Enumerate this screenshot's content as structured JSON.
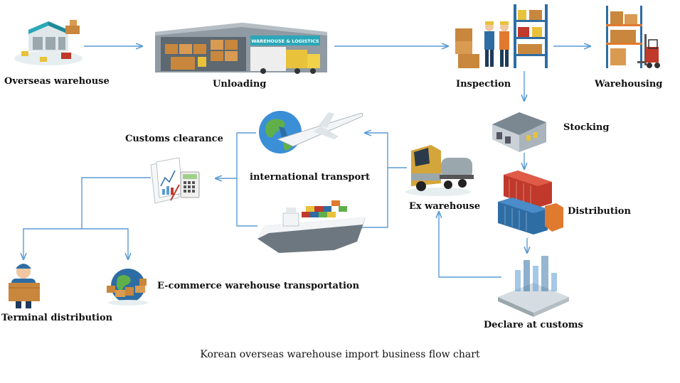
{
  "diagram": {
    "caption": "Korean overseas warehouse import business flow chart",
    "colors": {
      "arrow": "#5b9bd5",
      "container_red": "#c0392b",
      "container_blue": "#2e6da4",
      "container_orange": "#e07a2e",
      "box_brown": "#c8873c",
      "warehouse_teal": "#2aa7b8",
      "text": "#111111"
    },
    "nodes": {
      "overseas_warehouse": {
        "label": "Overseas warehouse",
        "icon": "warehouse-building-icon"
      },
      "unloading": {
        "label": "Unloading",
        "icon": "loading-dock-icon",
        "sign": "WAREHOUSE & LOGISTICS"
      },
      "inspection": {
        "label": "Inspection",
        "icon": "workers-shelves-icon"
      },
      "warehousing": {
        "label": "Warehousing",
        "icon": "forklift-rack-icon"
      },
      "stocking": {
        "label": "Stocking",
        "icon": "storage-building-icon"
      },
      "distribution": {
        "label": "Distribution",
        "icon": "shipping-containers-icon"
      },
      "declare_at_customs": {
        "label": "Declare at customs",
        "icon": "city-hologram-icon"
      },
      "ex_warehouse": {
        "label": "Ex warehouse",
        "icon": "truck-icon"
      },
      "international_transport": {
        "label": "international transport",
        "icon": "airplane-globe-icon"
      },
      "sea_transport": {
        "icon": "cargo-ship-icon"
      },
      "customs_clearance": {
        "label": "Customs clearance",
        "icon": "documents-calculator-icon"
      },
      "terminal_distribution": {
        "label": "Terminal distribution",
        "icon": "courier-box-icon"
      },
      "ecommerce_transport": {
        "label": "E-commerce warehouse transportation",
        "icon": "globe-packages-icon"
      }
    }
  }
}
